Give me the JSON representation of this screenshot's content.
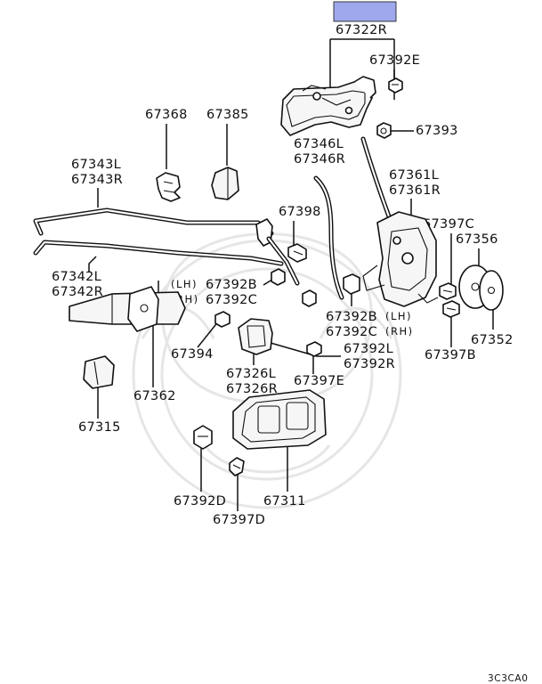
{
  "highlight_color": "#9fa8ec",
  "labels": {
    "p67322R": "67322R",
    "p67392E": "67392E",
    "p67368": "67368",
    "p67385": "67385",
    "p67393": "67393",
    "p67346L": "67346L",
    "p67346R": "67346R",
    "p67343L": "67343L",
    "p67343R": "67343R",
    "p67361L": "67361L",
    "p67361R": "67361R",
    "p67398": "67398",
    "p67397C": "67397C",
    "p67356": "67356",
    "p67342L": "67342L",
    "p67342R": "67342R",
    "p67392B": "67392B",
    "p67392C": "67392C",
    "lh": "(LH)",
    "rh": "(RH)",
    "p67392B_lh": "67392B",
    "lh2": "(LH)",
    "p67392C_rh": "67392C",
    "rh2": "(RH)",
    "p67394": "67394",
    "p67326L": "67326L",
    "p67326R": "67326R",
    "p67392L": "67392L",
    "p67392R": "67392R",
    "p67397E": "67397E",
    "p67362": "67362",
    "p67352": "67352",
    "p67397B": "67397B",
    "p67315": "67315",
    "p67392D": "67392D",
    "p67311": "67311",
    "p67397D": "67397D",
    "diagram_code": "3C3CA0"
  }
}
